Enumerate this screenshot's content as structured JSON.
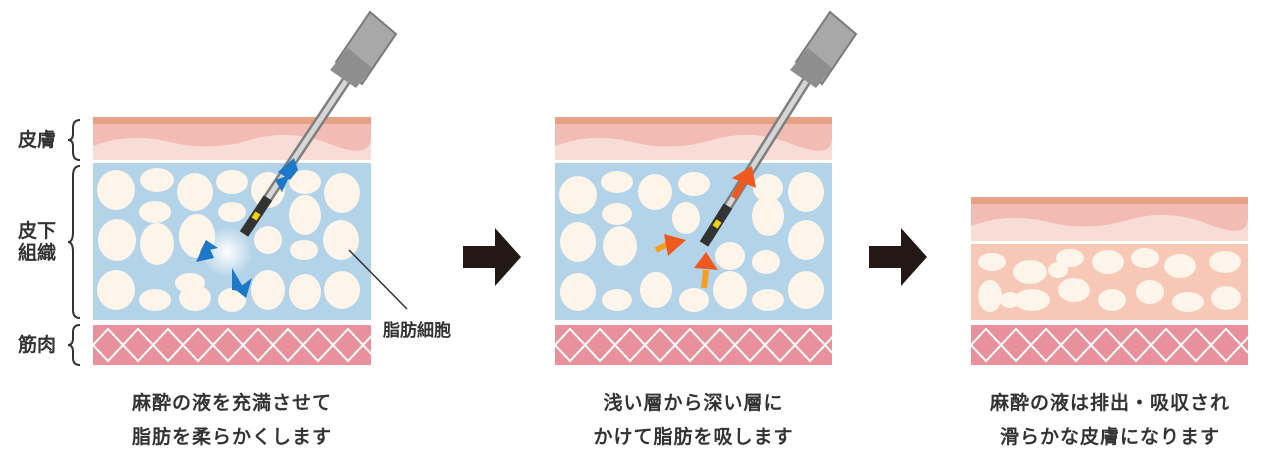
{
  "layer_labels": {
    "skin": "皮膚",
    "subcutaneous_line1": "皮下",
    "subcutaneous_line2": "組織",
    "muscle": "筋肉"
  },
  "callout": {
    "fat_cells": "脂肪細胞"
  },
  "steps": [
    {
      "line1": "麻酔の液を充満させて",
      "line2": "脂肪を柔らかくします"
    },
    {
      "line1": "浅い層から深い層に",
      "line2": "かけて脂肪を吸します"
    },
    {
      "line1": "麻酔の液は排出・吸収され",
      "line2": "滑らかな皮膚になります"
    }
  ],
  "colors": {
    "epidermis": "#e7a184",
    "dermis": "#f2bcb4",
    "dermis_wave": "#f8ddd6",
    "subcutaneous_blue": "#b3d3e8",
    "subcutaneous_peach": "#f8c8b6",
    "fat_cell": "#fdf4ea",
    "muscle": "#e8919c",
    "arrow_dark": "#231815",
    "blue_arrow": "#1e78c8",
    "orange_arrow": "#ee5a1e"
  },
  "icons": {
    "step_arrow": "right-arrow-icon",
    "cannula": "cannula-icon",
    "injection_arrow": "blue-arrow-icon",
    "suction_arrow": "orange-arrow-icon"
  }
}
